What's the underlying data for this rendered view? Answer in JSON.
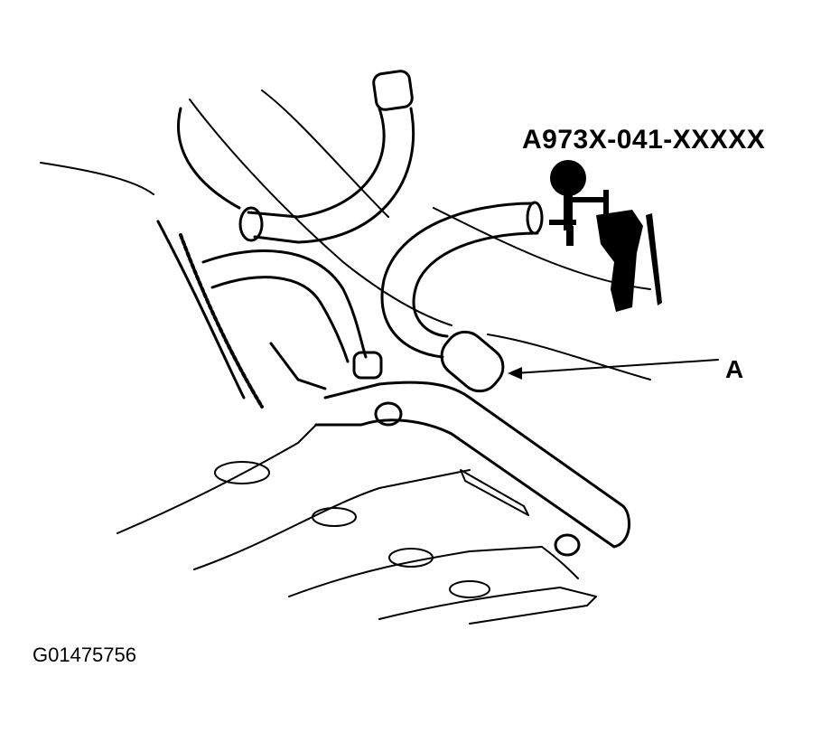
{
  "diagram": {
    "tool_part_number": "A973X-041-XXXXX",
    "callouts": [
      {
        "id": "A",
        "label": "A"
      }
    ],
    "figure_id": "G01475756",
    "colors": {
      "ink": "#000000",
      "background": "#ffffff"
    }
  }
}
